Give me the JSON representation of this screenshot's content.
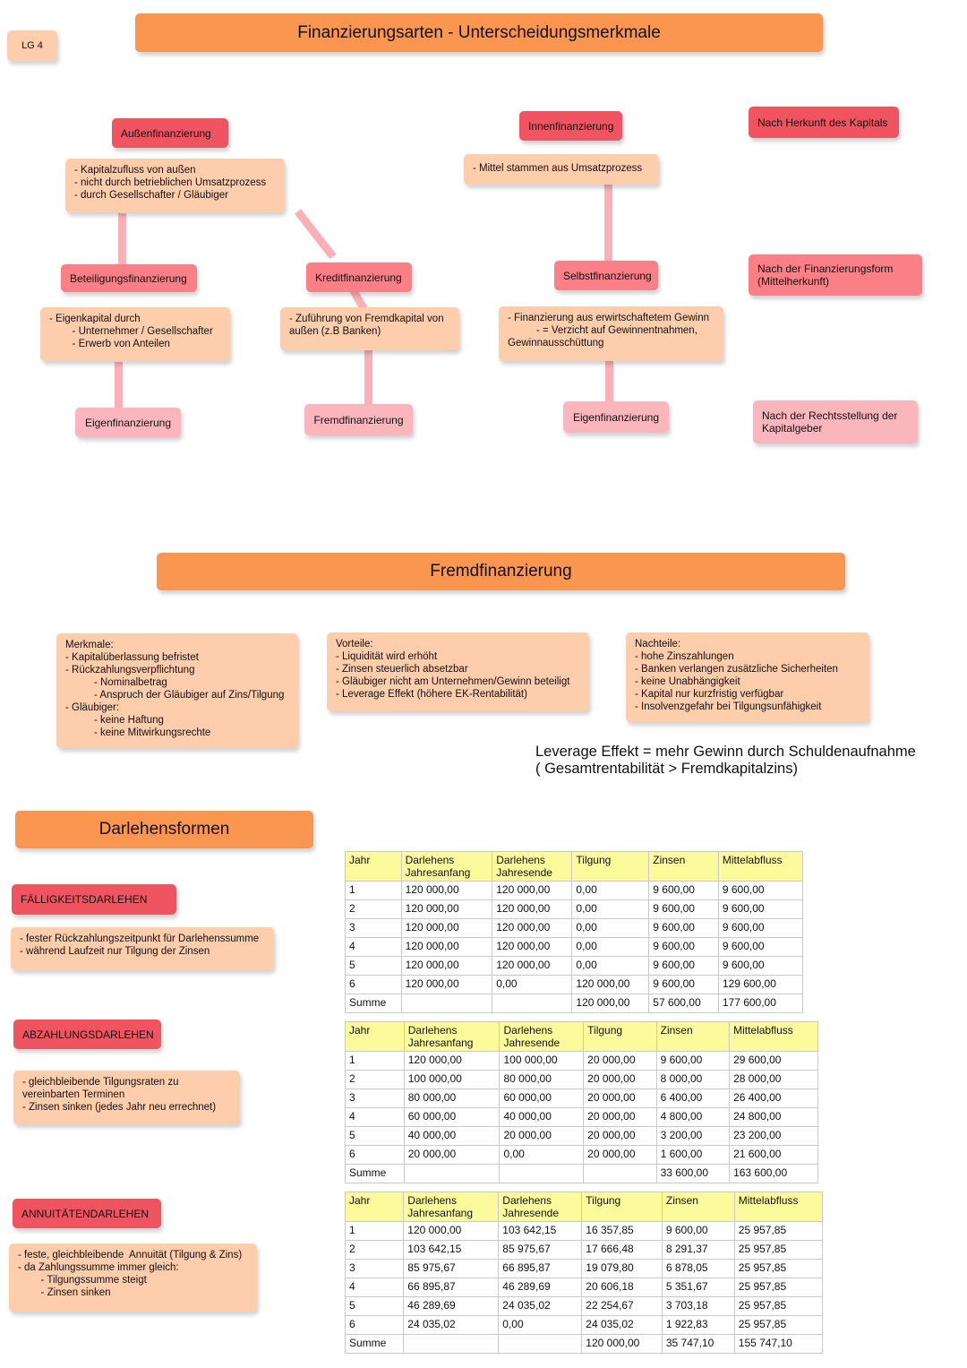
{
  "badge": "LG 4",
  "title_top": "Finanzierungsarten - Unterscheidungsmerkmale",
  "aussen": {
    "label": "Außenfinanzierung",
    "note": "- Kapitalzufluss von außen\n- nicht durch betrieblichen Umsatzprozess\n- durch Gesellschafter / Gläubiger"
  },
  "beteiligung": {
    "label": "Beteiligungsfinanzierung",
    "note": "- Eigenkapital durch\n        - Unternehmer / Gesellschafter\n        - Erwerb von Anteilen",
    "result": "Eigenfinanzierung"
  },
  "kredit": {
    "label": "Kreditfinanzierung",
    "note": "- Zuführung von Fremdkapital von\naußen (z.B Banken)",
    "result": "Fremdfinanzierung"
  },
  "innen": {
    "label": "Innenfinanzierung",
    "note": "- Mittel stammen aus Umsatzprozess"
  },
  "selbst": {
    "label": "Selbstfinanzierung",
    "note": "- Finanzierung aus erwirtschaftetem Gewinn\n          - = Verzicht auf Gewinnentnahmen,\nGewinnausschüttung",
    "result": "Eigenfinanzierung"
  },
  "legend": {
    "herkunft": "Nach Herkunft des Kapitals",
    "form": "Nach der Finanzierungsform\n(Mittelherkunft)",
    "rechtsstellung": "Nach der Rechtsstellung der\nKapitalgeber"
  },
  "title_fremd": "Fremdfinanzierung",
  "merkmale": "Merkmale:\n- Kapitalüberlassung befristet\n- Rückzahlungsverpflichtung\n          - Nominalbetrag\n          - Anspruch der Gläubiger auf Zins/Tilgung\n- Gläubiger:\n          - keine Haftung\n          - keine Mitwirkungsrechte",
  "vorteile": "Vorteile:\n- Liquidität wird erhöht\n- Zinsen steuerlich absetzbar\n- Gläubiger nicht am Unternehmen/Gewinn beteiligt\n- Leverage Effekt (höhere EK-Rentabilität)",
  "nachteile": "Nachteile:\n- hohe Zinszahlungen\n- Banken verlangen zusätzliche Sicherheiten\n- keine Unabhängigkeit\n- Kapital nur kurzfristig verfügbar\n- Insolvenzgefahr bei Tilgungsunfähigkeit",
  "leverage": "Leverage Effekt = mehr Gewinn durch Schuldenaufnahme\n( Gesamtrentabilität > Fremdkapitalzins)",
  "title_darlehen": "Darlehensformen",
  "faellig": {
    "label": "FÄLLIGKEITSDARLEHEN",
    "note": "- fester Rückzahlungszeitpunkt für Darlehenssumme\n- während Laufzeit nur Tilgung der Zinsen"
  },
  "abzahlung": {
    "label": "ABZAHLUNGSDARLEHEN",
    "note": "- gleichbleibende Tilgungsraten zu\nvereinbarten Terminen\n- Zinsen sinken (jedes Jahr neu errechnet)"
  },
  "annuitaet": {
    "label": "ANNUITÄTENDARLEHEN",
    "note": "- feste, gleichbleibende  Annuität (Tilgung & Zins)\n- da Zahlungssumme immer gleich:\n        - Tilgungssumme steigt\n        - Zinsen sinken"
  },
  "table_headers": [
    "Jahr",
    "Darlehens\nJahresanfang",
    "Darlehens\nJahresende",
    "Tilgung",
    "Zinsen",
    "Mittelabfluss"
  ],
  "table1": [
    [
      "1",
      "120 000,00",
      "120 000,00",
      "0,00",
      "9 600,00",
      "9 600,00"
    ],
    [
      "2",
      "120 000,00",
      "120 000,00",
      "0,00",
      "9 600,00",
      "9 600,00"
    ],
    [
      "3",
      "120 000,00",
      "120 000,00",
      "0,00",
      "9 600,00",
      "9 600,00"
    ],
    [
      "4",
      "120 000,00",
      "120 000,00",
      "0,00",
      "9 600,00",
      "9 600,00"
    ],
    [
      "5",
      "120 000,00",
      "120 000,00",
      "0,00",
      "9 600,00",
      "9 600,00"
    ],
    [
      "6",
      "120 000,00",
      "0,00",
      "120 000,00",
      "9 600,00",
      "129 600,00"
    ],
    [
      "Summe",
      "",
      "",
      "120 000,00",
      "57 600,00",
      "177 600,00"
    ]
  ],
  "table2": [
    [
      "1",
      "120 000,00",
      "100 000,00",
      "20 000,00",
      "9 600,00",
      "29 600,00"
    ],
    [
      "2",
      "100 000,00",
      "80 000,00",
      "20 000,00",
      "8 000,00",
      "28 000,00"
    ],
    [
      "3",
      "80 000,00",
      "60 000,00",
      "20 000,00",
      "6 400,00",
      "26 400,00"
    ],
    [
      "4",
      "60 000,00",
      "40 000,00",
      "20 000,00",
      "4 800,00",
      "24 800,00"
    ],
    [
      "5",
      "40 000,00",
      "20 000,00",
      "20 000,00",
      "3 200,00",
      "23 200,00"
    ],
    [
      "6",
      "20 000,00",
      "0,00",
      "20 000,00",
      "1 600,00",
      "21 600,00"
    ],
    [
      "Summe",
      "",
      "",
      "",
      "33 600,00",
      "163 600,00"
    ]
  ],
  "table3": [
    [
      "1",
      "120 000,00",
      "103 642,15",
      "16 357,85",
      "9 600,00",
      "25 957,85"
    ],
    [
      "2",
      "103 642,15",
      "85 975,67",
      "17 666,48",
      "8 291,37",
      "25 957,85"
    ],
    [
      "3",
      "85 975,67",
      "66 895,87",
      "19 079,80",
      "6 878,05",
      "25 957,85"
    ],
    [
      "4",
      "66 895,87",
      "46 289,69",
      "20 606,18",
      "5 351,67",
      "25 957,85"
    ],
    [
      "5",
      "46 289,69",
      "24 035,02",
      "22 254,67",
      "3 703,18",
      "25 957,85"
    ],
    [
      "6",
      "24 035,02",
      "0,00",
      "24 035,02",
      "1 922,83",
      "25 957,85"
    ],
    [
      "Summe",
      "",
      "",
      "120 000,00",
      "35 747,10",
      "155 747,10"
    ]
  ],
  "colors": {
    "header_orange": "#fb9650",
    "level1_red": "#f05460",
    "level2_rose": "#fb7f86",
    "level3_pink": "#fbb6bd",
    "note_peach": "#fdcdac",
    "table_header_yellow": "#fbfb9c"
  }
}
